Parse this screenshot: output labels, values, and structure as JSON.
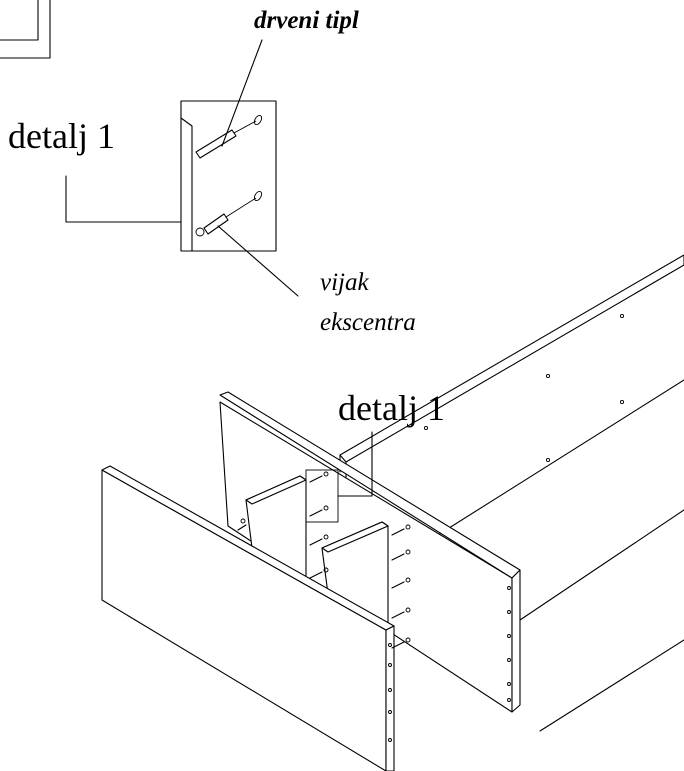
{
  "labels": {
    "dowel": "drveni tipl",
    "detail_top": "detalj 1",
    "detail_bottom": "detalj 1",
    "screw_line1": "vijak",
    "screw_line2": "ekscentra"
  }
}
